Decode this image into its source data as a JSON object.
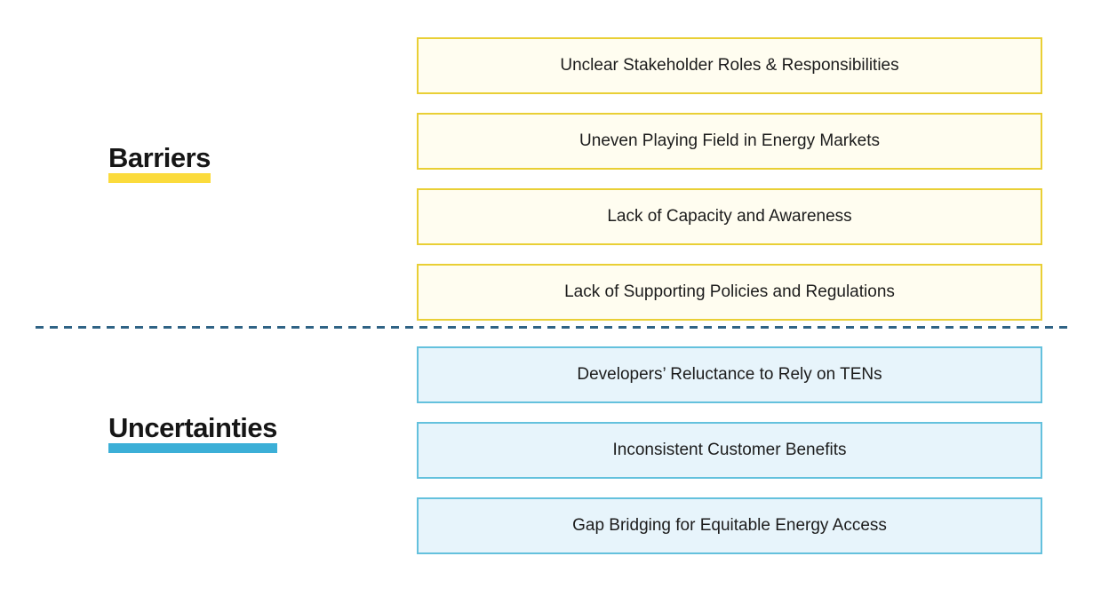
{
  "page": {
    "background_color": "#ffffff"
  },
  "sections": [
    {
      "id": "barriers",
      "label": "Barriers",
      "highlight_color": "#fbdb3c",
      "box_border_color": "#e9cf35",
      "box_background_color": "#fffdf0",
      "items": [
        "Unclear Stakeholder Roles & Responsibilities",
        "Uneven Playing Field in Energy Markets",
        "Lack of Capacity and Awareness",
        "Lack of Supporting Policies and Regulations"
      ]
    },
    {
      "id": "uncertainties",
      "label": "Uncertainties",
      "highlight_color": "#3cafd7",
      "box_border_color": "#64c1dd",
      "box_background_color": "#e7f4fb",
      "items": [
        "Developers’ Reluctance to Rely on TENs",
        "Inconsistent Customer Benefits",
        "Gap Bridging for Equitable Energy Access"
      ]
    }
  ],
  "divider": {
    "style": "dashed",
    "color": "#2f6385"
  },
  "text_color": "#1c1c1c"
}
